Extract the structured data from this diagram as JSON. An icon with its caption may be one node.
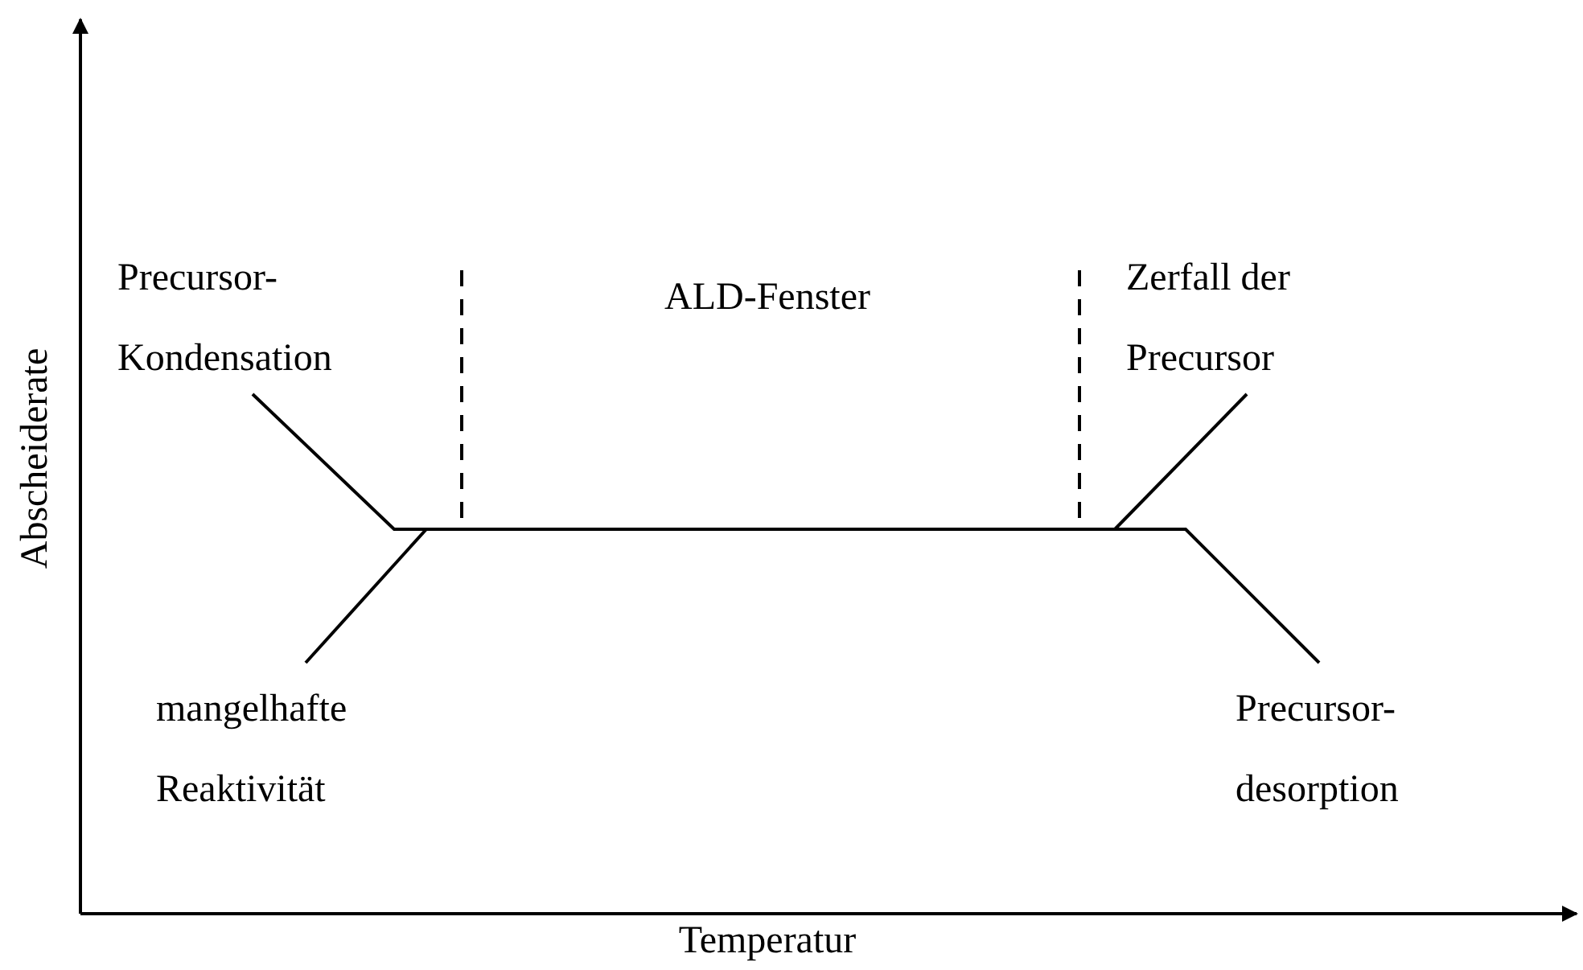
{
  "diagram": {
    "labels": [
      "Precursor- Kondensation",
      "ALD-Fenster",
      "Zerfall der Precursor",
      "mangelhafte Reaktivität",
      "Precursor- desorption",
      "Abscheiderate",
      "Temperatur"
    ]
  }
}
